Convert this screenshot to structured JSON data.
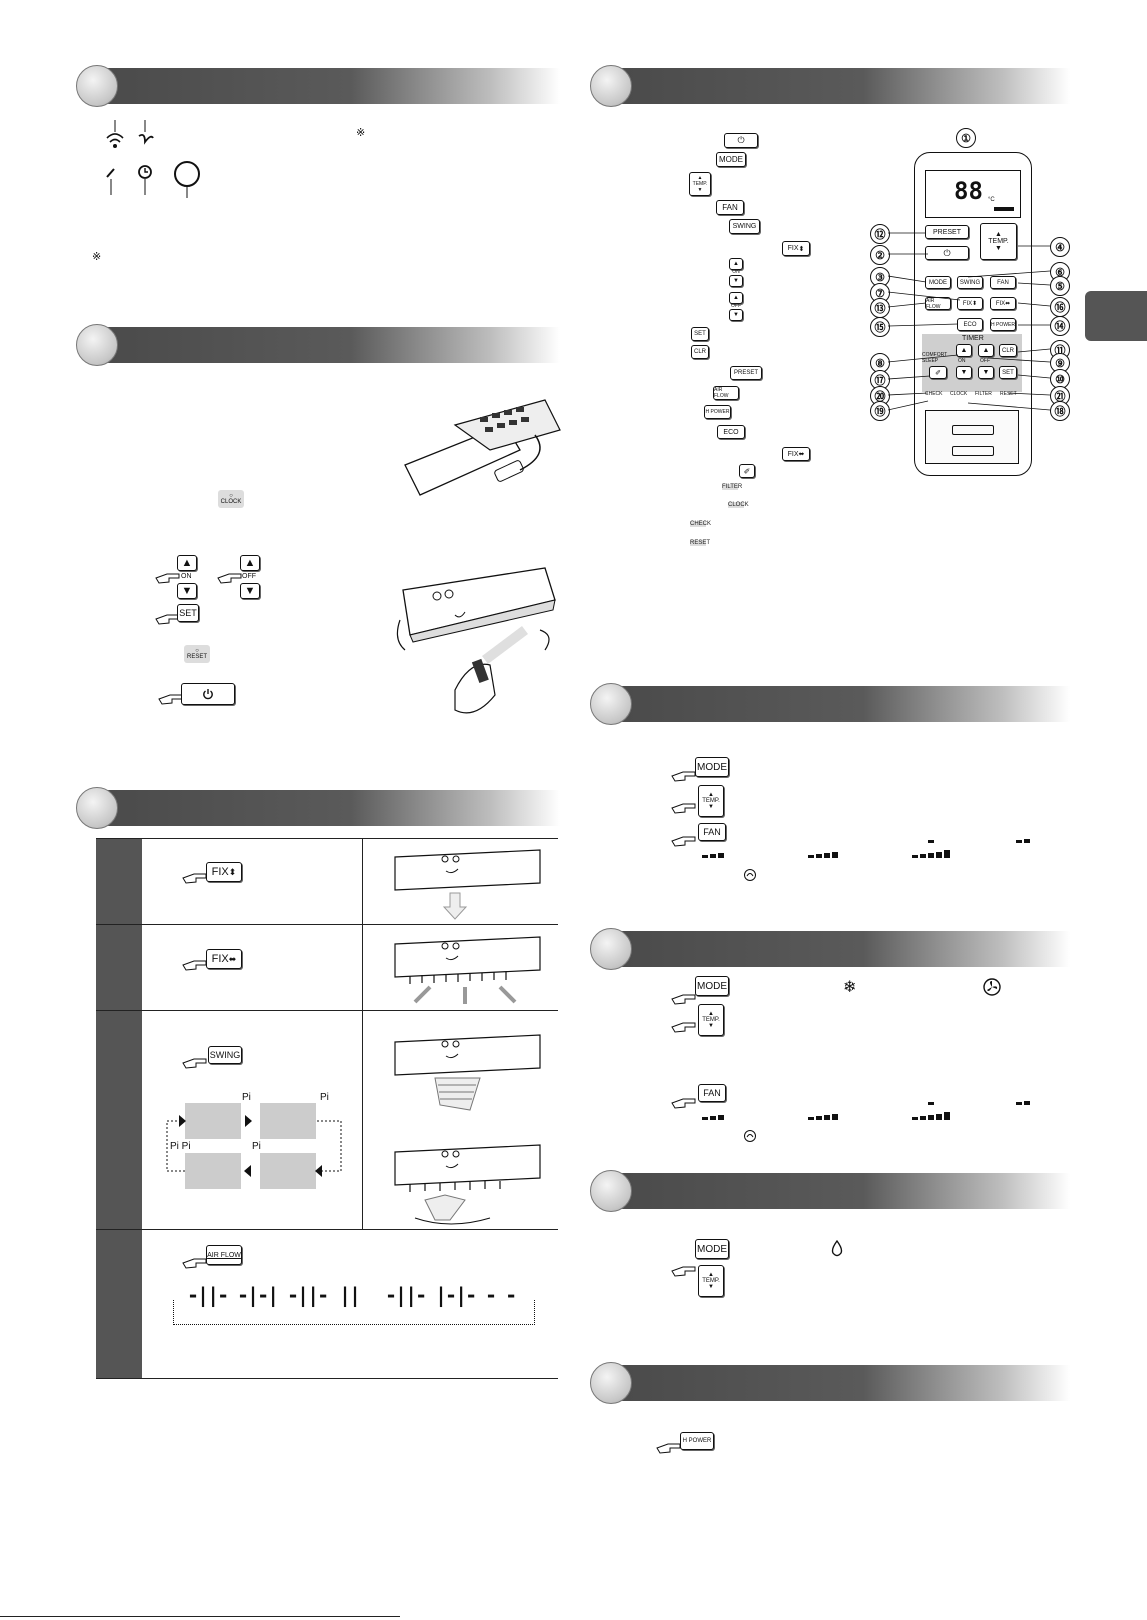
{
  "left": {
    "indicator_note_mark": "※",
    "indicator_note_mark2": "※",
    "clock_label": "CLOCK",
    "timer_on": "ON",
    "timer_off": "OFF",
    "set_label": "SET",
    "reset_label": "RESET",
    "table": {
      "fix_vertical": "FIX",
      "fix_horizontal": "FIX",
      "swing": "SWING",
      "airflow": "AIR FLOW",
      "pi": [
        "Pi",
        "Pi",
        "Pi Pi",
        "Pi"
      ],
      "airflow_patterns": [
        "-||-",
        "-|-|",
        "-||-",
        "||",
        "-||-",
        "|-|-",
        "- -"
      ]
    }
  },
  "right": {
    "buttons": {
      "mode": "MODE",
      "temp": "TEMP.",
      "fan": "FAN",
      "swing": "SWING",
      "fix": "FIX",
      "on": "ON",
      "off": "OFF",
      "set": "SET",
      "clr": "CLR",
      "preset": "PRESET",
      "airflow": "AIR FLOW",
      "hpower": "H POWER",
      "eco": "ECO",
      "filter": "FILTER",
      "clock": "CLOCK",
      "check": "CHECK",
      "reset": "RESET"
    },
    "remote": {
      "preset": "PRESET",
      "temp": "TEMP.",
      "mode": "MODE",
      "swing": "SWING",
      "fan": "FAN",
      "fix": "FIX",
      "airflow": "AIR FLOW",
      "eco": "ECO",
      "hpower": "H POWER",
      "timer": "TIMER",
      "comfort_sleep": "COMFORT SLEEP",
      "on": "ON",
      "off": "OFF",
      "clr": "CLR",
      "set": "SET",
      "check": "CHECK",
      "clock": "CLOCK",
      "filter": "FILTER",
      "reset": "RESET",
      "lcd_digits": "88",
      "lcd_unit": "°C"
    },
    "callouts_left": [
      "⑫",
      "②",
      "③",
      "⑦",
      "⑬",
      "⑮",
      "⑧",
      "⑰",
      "⑳",
      "⑲"
    ],
    "callouts_right": [
      "①",
      "④",
      "⑥",
      "⑤",
      "⑯",
      "⑭",
      "⑪",
      "⑨",
      "⑩",
      "㉑",
      "⑱"
    ]
  },
  "colors": {
    "section_bar": "#4a4a4a",
    "side_tab": "#555555"
  }
}
